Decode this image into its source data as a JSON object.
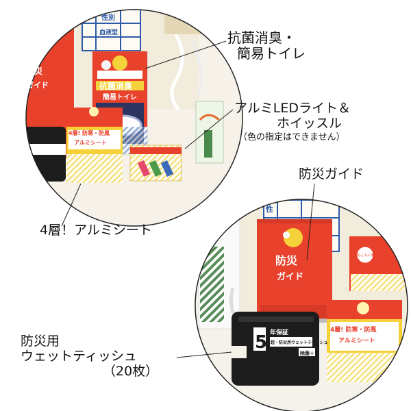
{
  "callouts": {
    "toilet_line1": "抗菌消臭・",
    "toilet_line2": "簡易トイレ",
    "light_line1": "アルミLEDライト＆",
    "light_line2": "ホイッスル",
    "light_note": "（色の指定はできません）",
    "sheet": "4層！アルミシート",
    "guide": "防災ガイド",
    "tissue_line1": "防災用",
    "tissue_line2": "ウェットティッシュ",
    "tissue_line3": "（20枚）"
  },
  "products": {
    "toilet_title1": "抗菌消臭",
    "toilet_title2": "簡易トイレ",
    "sheet_title1": "4層! 防寒・防風",
    "sheet_title2": "アルミシート",
    "guide_title1": "防災",
    "guide_title2": "ガイド",
    "guide_partial": "ガイド",
    "guide_partial2": "防災",
    "tissue_number": "5",
    "tissue_year": "年保証",
    "tissue_name": "超・防災用ウェットティッシュ",
    "tissue_label": "除菌＋",
    "bag_field1": "性別",
    "bag_field2": "血液型",
    "bag_field3": "性",
    "badge_text": "もしもに備えを"
  },
  "colors": {
    "red": "#e8412c",
    "yellow": "#f5d23a",
    "cream": "#f3ecd6",
    "blue": "#2d5aa8"
  }
}
